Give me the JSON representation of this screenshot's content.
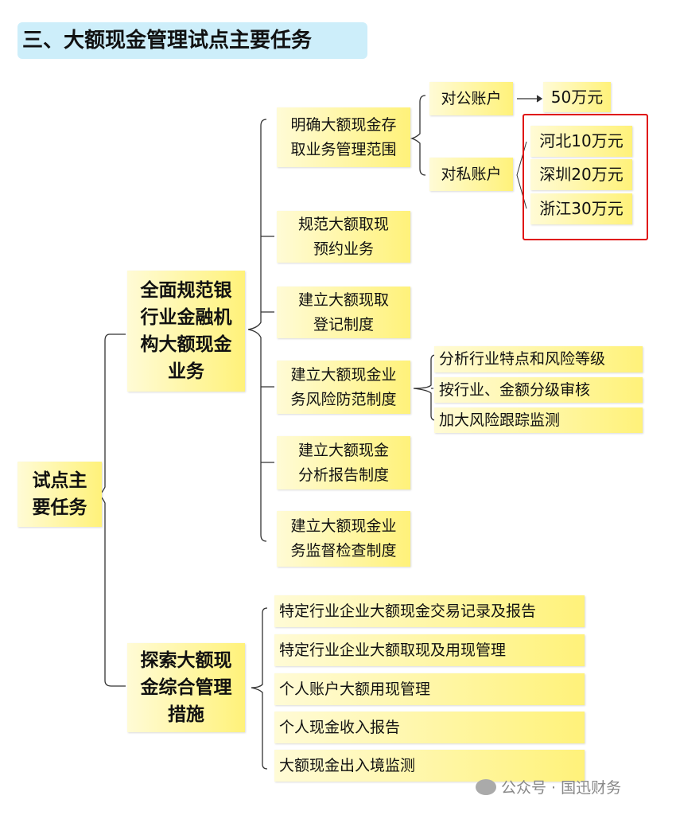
{
  "title": "三、大额现金管理试点主要任务",
  "root": [
    "试点主",
    "要任务"
  ],
  "branch_a": {
    "lines": [
      "全面规范银",
      "行业金融机",
      "构大额现金",
      "业务"
    ],
    "items": [
      {
        "lines": [
          "明确大额现金存",
          "取业务管理范围"
        ]
      },
      {
        "lines": [
          "规范大额取现",
          "预约业务"
        ]
      },
      {
        "lines": [
          "建立大额现取",
          "登记制度"
        ]
      },
      {
        "lines": [
          "建立大额现金业",
          "务风险防范制度"
        ]
      },
      {
        "lines": [
          "建立大额现金",
          "分析报告制度"
        ]
      },
      {
        "lines": [
          "建立大额现金业",
          "务监督检查制度"
        ]
      }
    ],
    "scope": {
      "corporate": "对公账户",
      "corporate_limit": "50万元",
      "personal": "对私账户",
      "personal_limits": [
        "河北10万元",
        "深圳20万元",
        "浙江30万元"
      ]
    },
    "risk": [
      "分析行业特点和风险等级",
      "按行业、金额分级审核",
      "加大风险跟踪监测"
    ]
  },
  "branch_b": {
    "lines": [
      "探索大额现",
      "金综合管理",
      "措施"
    ],
    "items": [
      "特定行业企业大额现金交易记录及报告",
      "特定行业企业大额取现及用现管理",
      "个人账户大额用现管理",
      "个人现金收入报告",
      "大额现金出入境监测"
    ]
  },
  "watermark": "公众号 · 国迅财务",
  "colors": {
    "title_bg": "#cdeefa",
    "box": "#fff27a",
    "highlight": "#e01010"
  }
}
